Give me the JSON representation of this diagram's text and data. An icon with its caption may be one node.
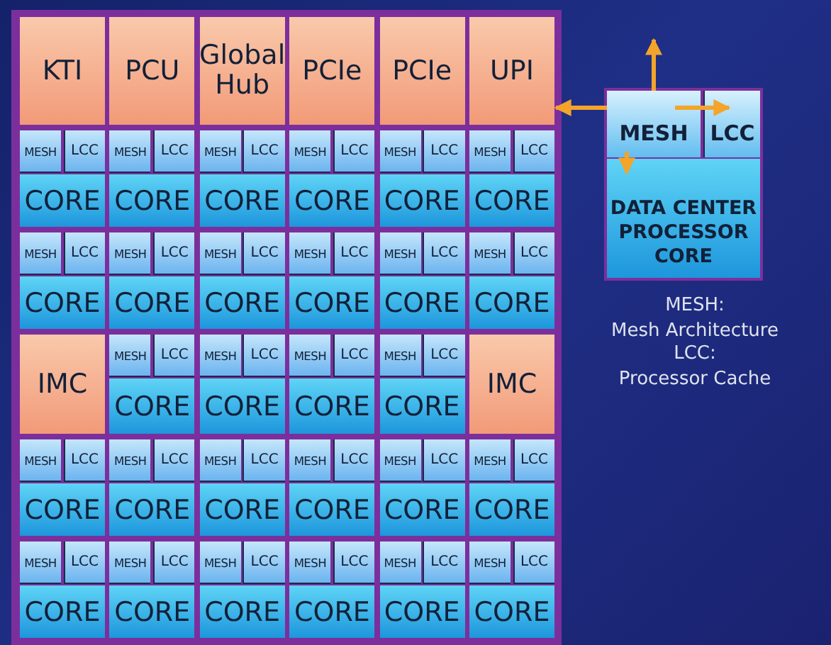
{
  "diagram": {
    "nodes": [
      {
        "text": [
          "KTI"
        ]
      },
      {
        "text": [
          "PCU"
        ]
      },
      {
        "text": [
          "Global Hub"
        ]
      },
      {
        "text": [
          "PCIe"
        ]
      },
      {
        "text": [
          "PCIe"
        ]
      },
      {
        "text": [
          "UPI"
        ]
      },
      {
        "text": [
          "MESH",
          "LCC",
          "CORE"
        ]
      },
      {
        "text": [
          "MESH",
          "LCC",
          "CORE"
        ]
      },
      {
        "text": [
          "MESH",
          "LCC",
          "CORE"
        ]
      },
      {
        "text": [
          "MESH",
          "LCC",
          "CORE"
        ]
      },
      {
        "text": [
          "MESH",
          "LCC",
          "CORE"
        ]
      },
      {
        "text": [
          "MESH",
          "LCC",
          "CORE"
        ]
      },
      {
        "text": [
          "MESH",
          "LCC",
          "CORE"
        ]
      },
      {
        "text": [
          "MESH",
          "LCC",
          "CORE"
        ]
      },
      {
        "text": [
          "MESH",
          "LCC",
          "CORE"
        ]
      },
      {
        "text": [
          "MESH",
          "LCC",
          "CORE"
        ]
      },
      {
        "text": [
          "MESH",
          "LCC",
          "CORE"
        ]
      },
      {
        "text": [
          "MESH",
          "LCC",
          "CORE"
        ]
      },
      {
        "text": [
          "IMC"
        ]
      },
      {
        "text": [
          "MESH",
          "LCC",
          "CORE"
        ]
      },
      {
        "text": [
          "MESH",
          "LCC",
          "CORE"
        ]
      },
      {
        "text": [
          "MESH",
          "LCC",
          "CORE"
        ]
      },
      {
        "text": [
          "MESH",
          "LCC",
          "CORE"
        ]
      },
      {
        "text": [
          "IMC"
        ]
      },
      {
        "text": [
          "MESH",
          "LCC",
          "CORE"
        ]
      },
      {
        "text": [
          "MESH",
          "LCC",
          "CORE"
        ]
      },
      {
        "text": [
          "MESH",
          "LCC",
          "CORE"
        ]
      },
      {
        "text": [
          "MESH",
          "LCC",
          "CORE"
        ]
      },
      {
        "text": [
          "MESH",
          "LCC",
          "CORE"
        ]
      },
      {
        "text": [
          "MESH",
          "LCC",
          "CORE"
        ]
      },
      {
        "text": [
          "MESH",
          "LCC",
          "CORE"
        ]
      },
      {
        "text": [
          "MESH",
          "LCC",
          "CORE"
        ]
      },
      {
        "text": [
          "MESH",
          "LCC",
          "CORE"
        ]
      },
      {
        "text": [
          "MESH",
          "LCC",
          "CORE"
        ]
      },
      {
        "text": [
          "MESH",
          "LCC",
          "CORE"
        ]
      },
      {
        "text": [
          "MESH",
          "LCC",
          "CORE"
        ]
      },
      {
        "text": [],
        "shape": "box"
      },
      {
        "text": [
          "MESH"
        ],
        "in": 36
      },
      {
        "text": [
          "LCC"
        ],
        "in": 36
      },
      {
        "text": [
          "DATA CENTER PROCESSOR CORE"
        ],
        "in": 36
      }
    ],
    "edges": [
      {
        "from": 37,
        "to": null,
        "arrow": "to"
      },
      {
        "from": 37,
        "to": 5,
        "arrow": "to"
      },
      {
        "from": 37,
        "to": 38,
        "arrow": "to"
      },
      {
        "from": 37,
        "to": 39,
        "arrow": "to"
      }
    ],
    "labels": [
      "MESH:",
      "Mesh Architecture",
      "LCC:",
      "Processor Cache"
    ]
  }
}
